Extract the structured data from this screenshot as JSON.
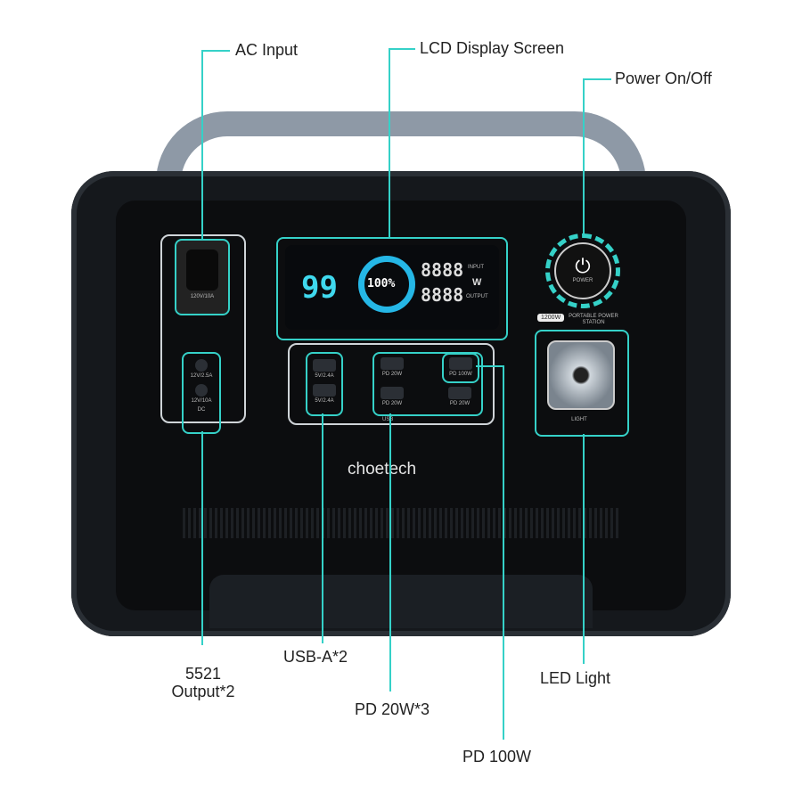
{
  "callouts": {
    "ac_input": "AC Input",
    "lcd": "LCD Display Screen",
    "power": "Power On/Off",
    "usb_a": "USB-A*2",
    "dc_output_line1": "5521",
    "dc_output_line2": "Output*2",
    "pd20": "PD 20W*3",
    "pd100": "PD 100W",
    "led": "LED Light"
  },
  "device": {
    "brand": "choetech",
    "ac_rating": "120V/10A",
    "dc_ports": [
      "12V/2.5A",
      "12V/10A"
    ],
    "dc_label": "DC",
    "usb_a_ports": [
      "5V/2.4A",
      "5V/2.4A"
    ],
    "pd_ports": [
      "PD 20W",
      "PD 100W",
      "PD 20W",
      "PD 20W"
    ],
    "usb_label": "USB",
    "power_label": "POWER",
    "capacity_badge": "1200W",
    "product_type": "PORTABLE POWER STATION",
    "light_label": "LIGHT",
    "lcd": {
      "battery_digits": "99",
      "percent": "100%",
      "input_digits": "8888",
      "output_digits": "8888",
      "input_label": "INPUT",
      "output_label": "OUTPUT",
      "unit": "W",
      "battery_level": 1.0
    }
  },
  "colors": {
    "accent": "#35d1c8",
    "body": "#15181c",
    "handle": "#8e99a6"
  }
}
